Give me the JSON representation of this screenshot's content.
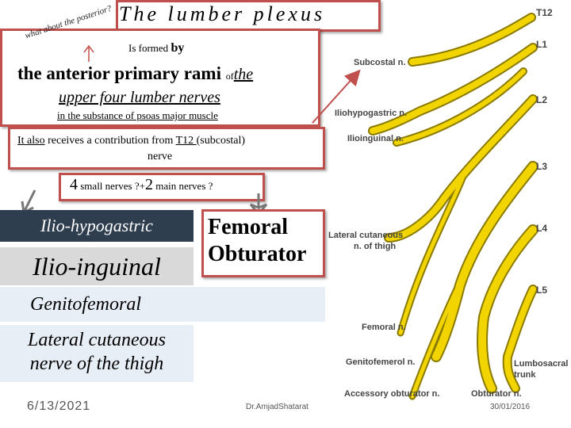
{
  "title": "The lumber plexus",
  "handwritten_note": "what about the posterior?",
  "formed_by": {
    "prefix": "Is formed",
    "by": "by"
  },
  "anterior": {
    "main": "the anterior primary rami ",
    "of": "of",
    "the": "the"
  },
  "upper": "upper four lumber nerves",
  "substance": "in the substance of psoas major muscle",
  "contribution": {
    "it_also": "It also",
    "line1_mid": " receives a contribution from ",
    "t12": "T12 ",
    "line1_end": "(subcostal)",
    "line2": "nerve"
  },
  "count": {
    "n1": "4",
    "small": " small nerves ?+",
    "n2": "2",
    "main": " main nerves ?"
  },
  "nerves": {
    "ilio_hypogastric": "Ilio-hypogastric",
    "ilio_inguinal": "Ilio-inguinal",
    "genitofemoral": "Genitofemoral",
    "lateral_line1": "Lateral cutaneous",
    "lateral_line2": "nerve of the thigh",
    "femoral": "Femoral",
    "obturator": "Obturator"
  },
  "footer": {
    "date_left": "6/13/2021",
    "author": "Dr.AmjadShatarat",
    "date_right": "30/01/2016"
  },
  "diagram_labels": {
    "levels": [
      "T12",
      "L1",
      "L2",
      "L3",
      "L4",
      "L5"
    ],
    "subcostal": "Subcostal n.",
    "iliohypogastric": "Iliohypogastric n.",
    "ilioinguinal": "Ilioinguinal n.",
    "lateral_cut_1": "Lateral cutaneous",
    "lateral_cut_2": "n. of thigh",
    "femoral": "Femoral n.",
    "genitofemoral": "Genitofemerol n.",
    "lumbosacral_1": "Lumbosacral",
    "lumbosacral_2": "trunk",
    "accessory_obturator": "Accessory obturator n.",
    "obturator": "Obturator n."
  },
  "colors": {
    "border": "#c0504d",
    "nerve": "#f2d500",
    "dark_box": "#2f3e4f"
  }
}
